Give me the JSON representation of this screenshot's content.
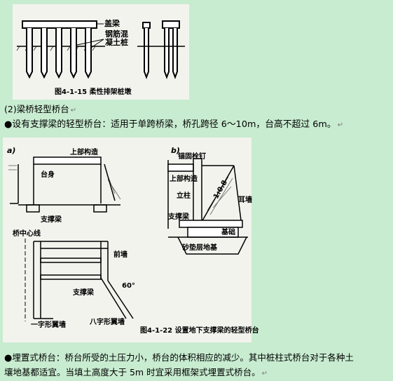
{
  "fig1": {
    "label_capbeam": "盖梁",
    "label_pile_1": "钢筋混",
    "label_pile_2": "凝土桩",
    "caption": "图4-1-15    柔性排架桩墩"
  },
  "section_heading": "(2)梁桥轻型桥台",
  "para1": {
    "bullet": "●",
    "text": "设有支撑梁的轻型桥台：适用于单跨桥梁，桥孔跨径 6～10m，台高不超过 6m。"
  },
  "fig2": {
    "label_a": "a)",
    "label_b": "b)",
    "label_superstructure_a": "上部构造",
    "label_abutment_body": "台身",
    "label_strut_a": "支撑梁",
    "label_anchor_bolt": "锚固栓钉",
    "label_superstructure_b": "上部构造",
    "label_column": "立柱",
    "label_slope": "1:0.8",
    "label_ear_wall": "耳墙",
    "label_strut_b": "支撑梁",
    "label_foundation": "基础",
    "label_sand_cushion": "砂垫层地基",
    "label_bridge_centerline": "桥中心线",
    "label_front_wall": "前墙",
    "label_strut_plan": "支撑梁",
    "label_angle": "60°",
    "label_straight_wingwall": "一字形翼墙",
    "label_splayed_wingwall": "八字形翼墙",
    "caption": "图4-1-22  设置地下支撑梁的轻型桥台"
  },
  "para2": {
    "bullet": "●",
    "line1": "埋置式桥台：桥台所受的土压力小，桥台的体积相应的减少。其中桩柱式桥台对于各种土",
    "line2": "壤地基都适宜。当填土高度大于 5m 时宜采用框架式埋置式桥台。"
  },
  "return_mark": "↵"
}
